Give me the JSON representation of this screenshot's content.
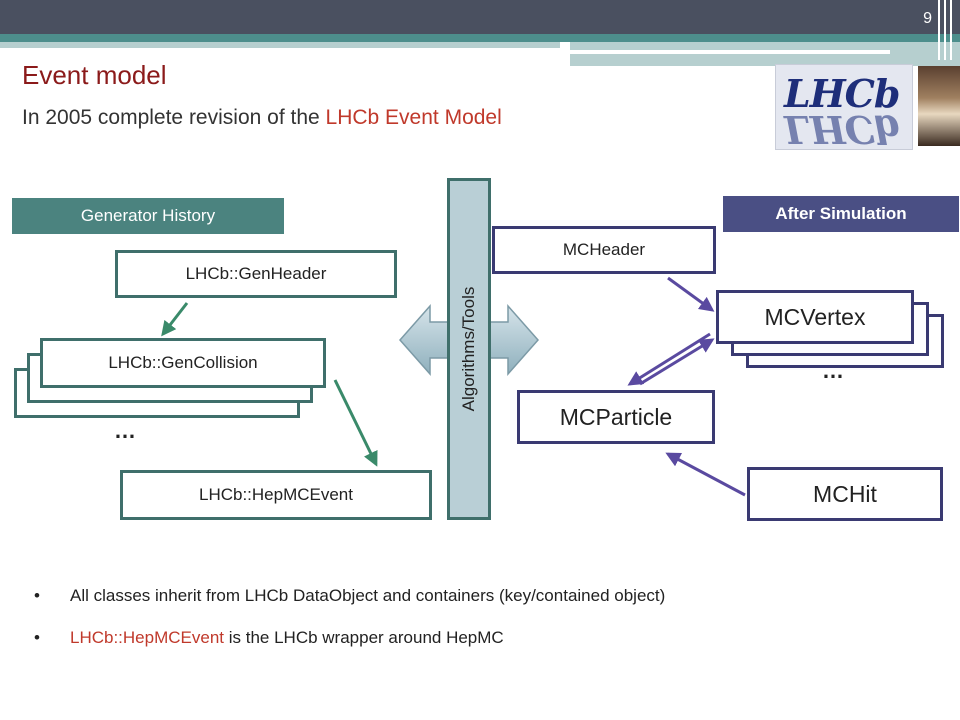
{
  "page_number": "9",
  "title": "Event model",
  "subtitle": {
    "prefix": "In 2005 complete revision of the ",
    "highlight": "LHCb Event Model"
  },
  "logo": {
    "text": "LHCb",
    "icon": "lhcb-logo-icon"
  },
  "portrait": {
    "icon": "portrait-image"
  },
  "diagram": {
    "left_header": "Generator History",
    "right_header": "After Simulation",
    "center_bar": "Algorithms/Tools",
    "gen_header": "LHCb::GenHeader",
    "gen_collision": "LHCb::GenCollision",
    "hepmc_event": "LHCb::HepMCEvent",
    "left_ellipsis": "…",
    "mc_header": "MCHeader",
    "mc_vertex": "MCVertex",
    "right_ellipsis": "…",
    "mc_particle": "MCParticle",
    "mc_hit": "MCHit",
    "colors": {
      "left_header": "#4b837f",
      "right_header": "#4a4f84",
      "left_arrow": "#3a8a6a",
      "right_arrow": "#5a4aa0",
      "center_bar": "#b9cfd6"
    }
  },
  "bullets": {
    "b1": "All classes inherit from LHCb DataObject and containers (key/contained object)",
    "b2_highlight": "LHCb::HepMCEvent",
    "b2_rest": " is the LHCb wrapper around HepMC",
    "marker": "•"
  }
}
